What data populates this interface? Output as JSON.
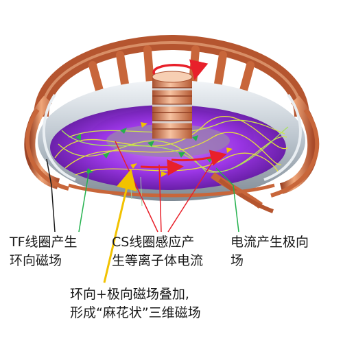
{
  "labels": {
    "tf": {
      "line1": "TF线圈产生",
      "line2": "环向磁场"
    },
    "cs": {
      "line1": "CS线圈感应产",
      "line2": "生等离子体电流"
    },
    "current": {
      "line1": "电流产生极向",
      "line2": "场"
    },
    "combined": {
      "line1": "环向+极向磁场叠加,",
      "line2": "形成“麻花状”三维磁场"
    }
  },
  "colors": {
    "copper": "#c8663a",
    "copper_light": "#f0b48c",
    "plasma": "#8a2be2",
    "vessel": "#c4cdd6",
    "red_arrow": "#e8202a",
    "green_arrow": "#22b14c",
    "yellow_arrow": "#f2c200"
  }
}
